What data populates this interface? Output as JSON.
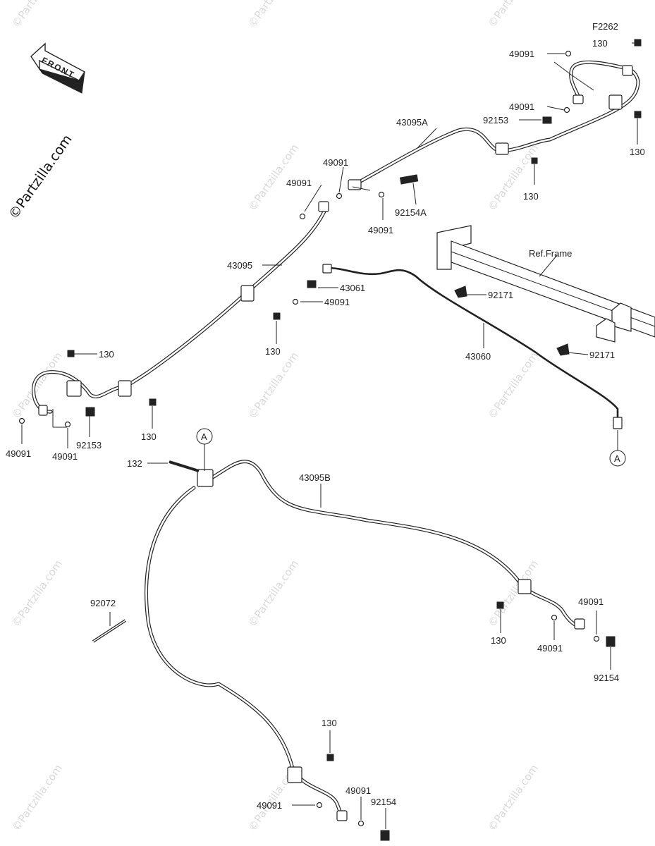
{
  "diagram_code": "F2262",
  "watermark": "©Partzilla.com",
  "front_label": "FRONT",
  "ref_frame_label": "Ref.Frame",
  "connector_label": "A",
  "callouts": [
    {
      "id": "c1",
      "text": "130"
    },
    {
      "id": "c2",
      "text": "49091"
    },
    {
      "id": "c3",
      "text": "49091"
    },
    {
      "id": "c4",
      "text": "92153"
    },
    {
      "id": "c5",
      "text": "130"
    },
    {
      "id": "c6",
      "text": "43095A"
    },
    {
      "id": "c7",
      "text": "130"
    },
    {
      "id": "c8",
      "text": "49091"
    },
    {
      "id": "c9",
      "text": "49091"
    },
    {
      "id": "c10",
      "text": "92154A"
    },
    {
      "id": "c11",
      "text": "49091"
    },
    {
      "id": "c12",
      "text": "43095"
    },
    {
      "id": "c13",
      "text": "43061"
    },
    {
      "id": "c14",
      "text": "49091"
    },
    {
      "id": "c15",
      "text": "92171"
    },
    {
      "id": "c16",
      "text": "130"
    },
    {
      "id": "c17",
      "text": "43060"
    },
    {
      "id": "c18",
      "text": "92171"
    },
    {
      "id": "c19",
      "text": "130"
    },
    {
      "id": "c20",
      "text": "92153"
    },
    {
      "id": "c21",
      "text": "130"
    },
    {
      "id": "c22",
      "text": "49091"
    },
    {
      "id": "c23",
      "text": "49091"
    },
    {
      "id": "c24",
      "text": "132"
    },
    {
      "id": "c25",
      "text": "43095B"
    },
    {
      "id": "c26",
      "text": "92072"
    },
    {
      "id": "c27",
      "text": "49091"
    },
    {
      "id": "c28",
      "text": "130"
    },
    {
      "id": "c29",
      "text": "49091"
    },
    {
      "id": "c30",
      "text": "92154"
    },
    {
      "id": "c31",
      "text": "130"
    },
    {
      "id": "c32",
      "text": "49091"
    },
    {
      "id": "c33",
      "text": "49091"
    },
    {
      "id": "c34",
      "text": "92154"
    }
  ]
}
